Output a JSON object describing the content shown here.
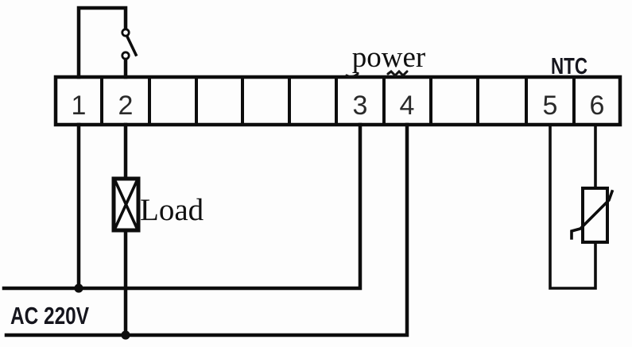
{
  "page": {
    "background": "#fdfdfd",
    "line_color": "#0d0d0d"
  },
  "diagram": {
    "labels": {
      "power": "power",
      "ntc": "NTC",
      "load": "Load",
      "ac_source": "AC 220V"
    },
    "terminal_block": {
      "cells": [
        {
          "label": "1"
        },
        {
          "label": "2"
        },
        {
          "label": ""
        },
        {
          "label": ""
        },
        {
          "label": ""
        },
        {
          "label": ""
        },
        {
          "label": "3"
        },
        {
          "label": "4"
        },
        {
          "label": ""
        },
        {
          "label": ""
        },
        {
          "label": "5"
        },
        {
          "label": "6"
        }
      ]
    },
    "components": [
      {
        "name": "open-switch"
      },
      {
        "name": "load-box"
      },
      {
        "name": "ntc-thermistor"
      },
      {
        "name": "ac-bus-lines"
      }
    ]
  }
}
